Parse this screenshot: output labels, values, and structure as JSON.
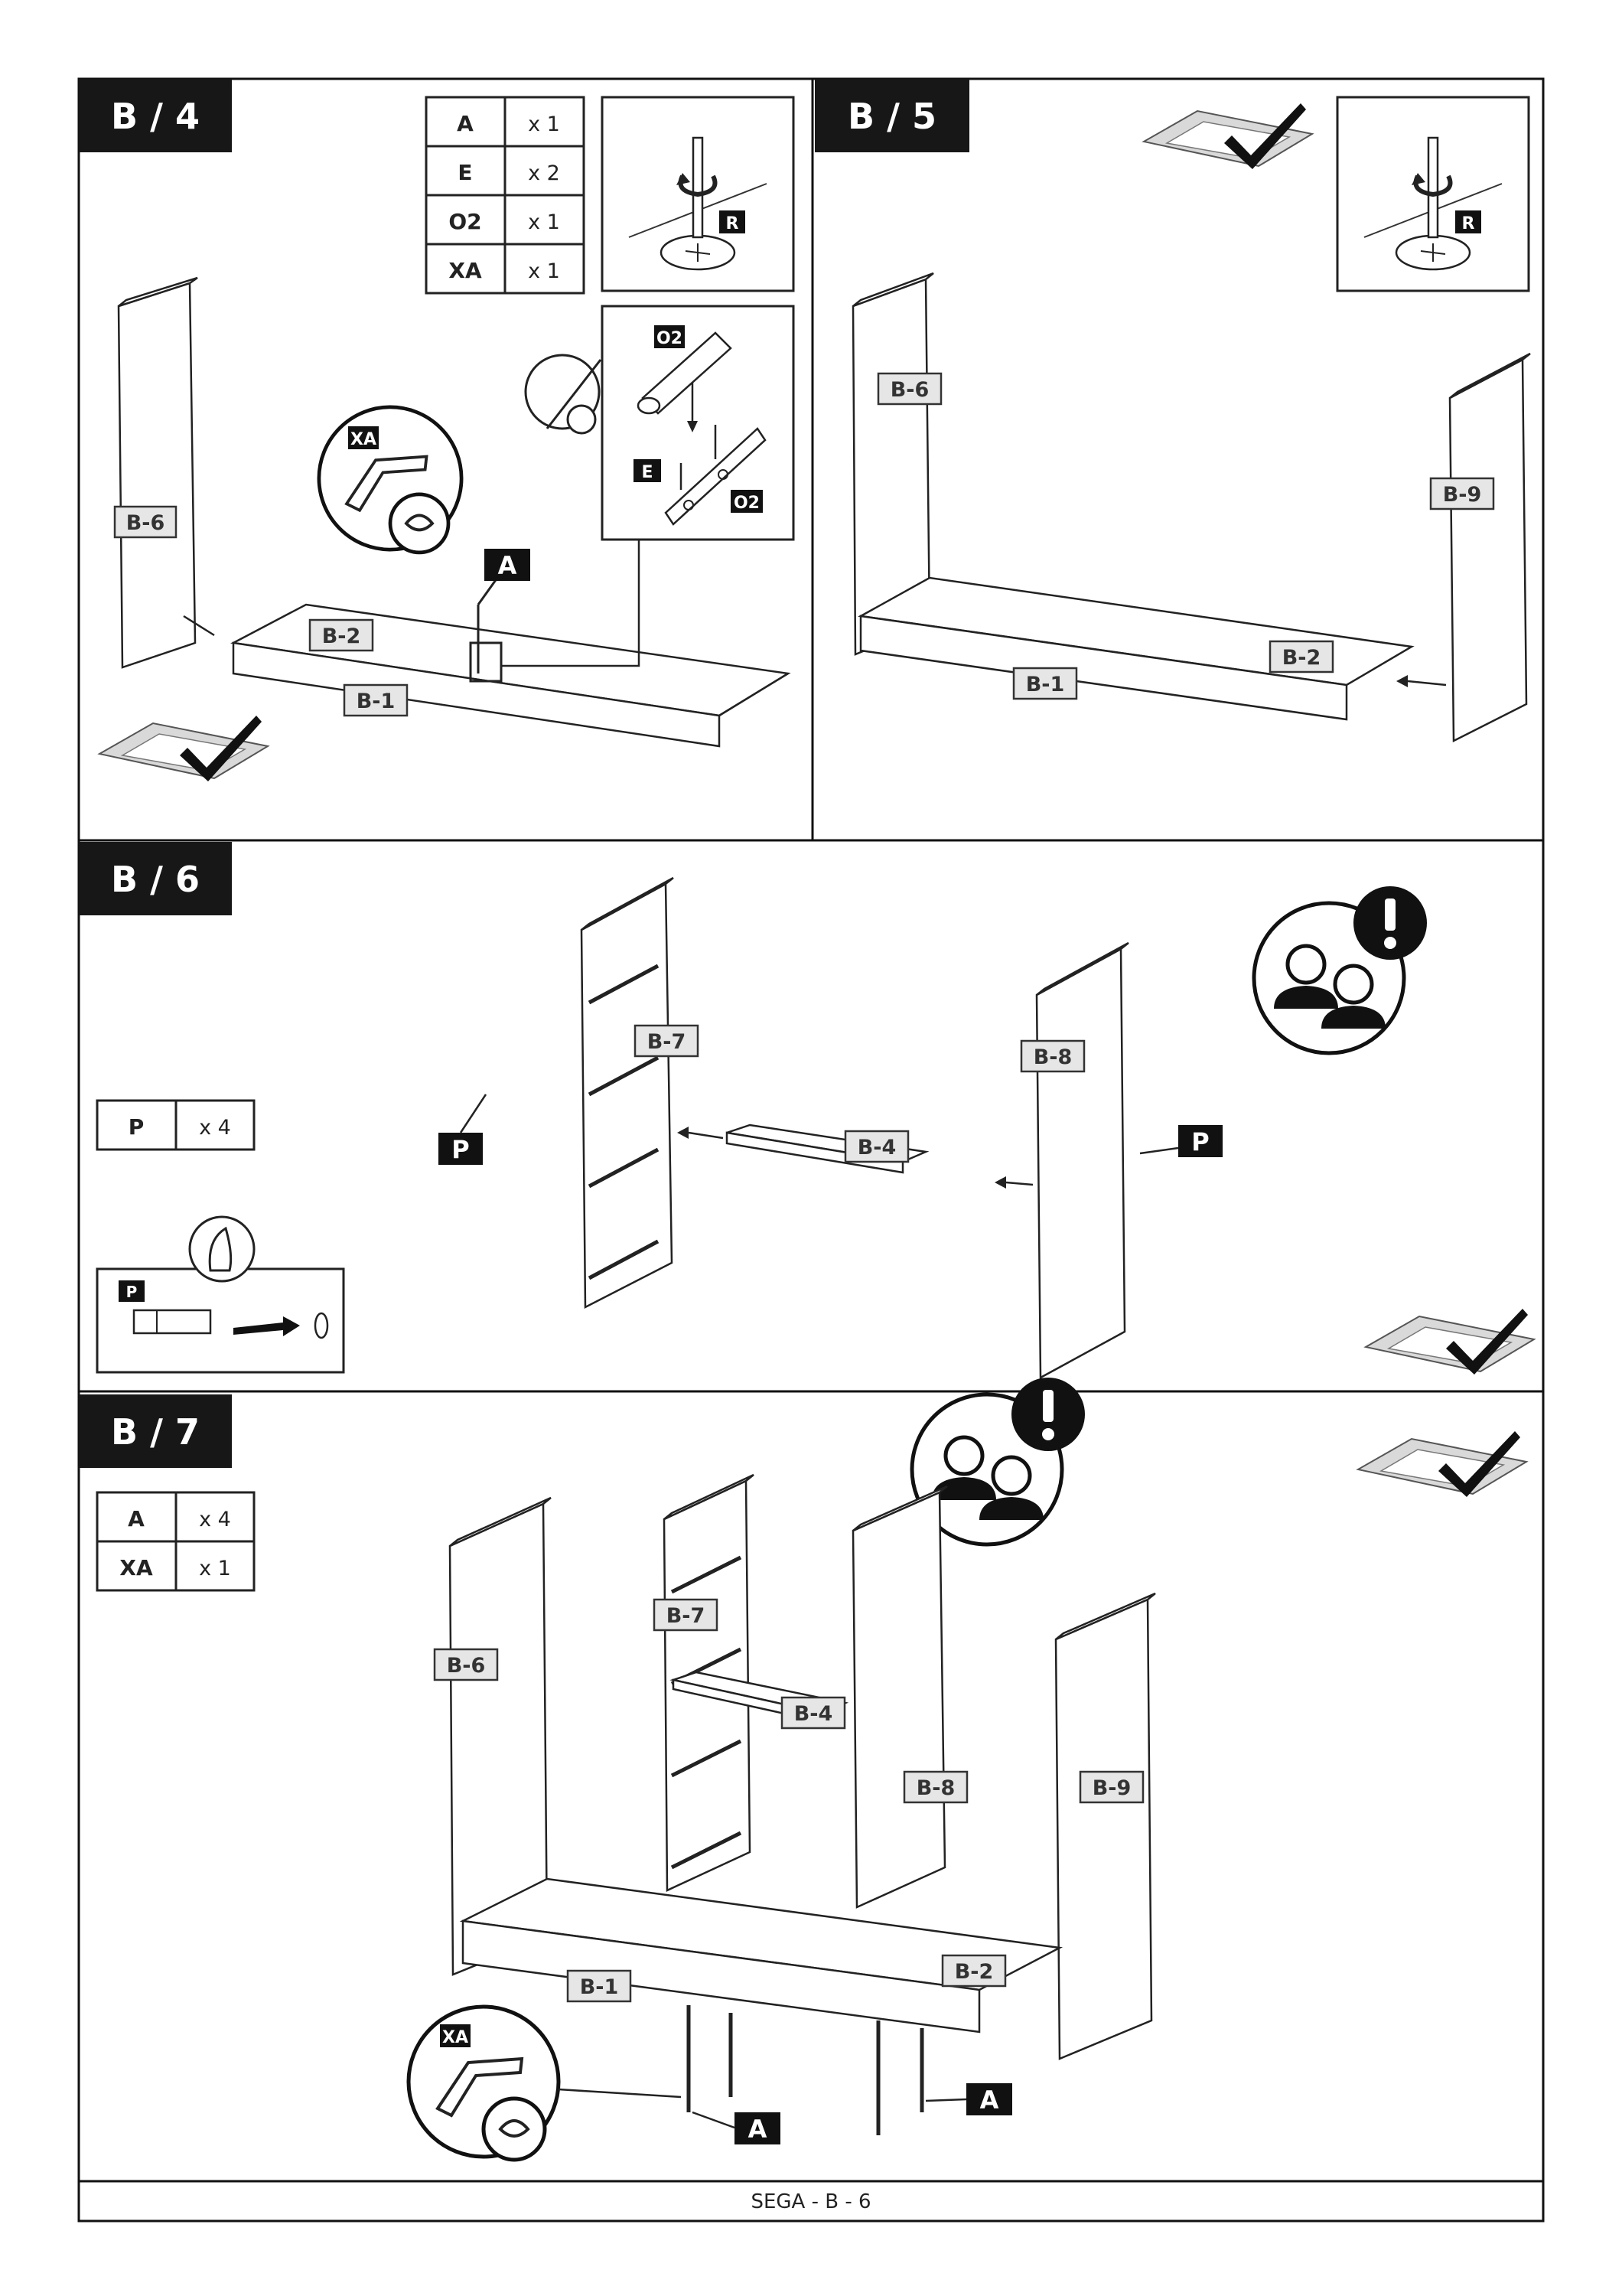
{
  "footer": "SEGA - B - 6",
  "steps": {
    "b4": {
      "title": "B / 4",
      "parts": [
        {
          "code": "A",
          "qty": "x 1"
        },
        {
          "code": "E",
          "qty": "x 2"
        },
        {
          "code": "O2",
          "qty": "x 1"
        },
        {
          "code": "XA",
          "qty": "x 1"
        }
      ],
      "labels": {
        "b6": "B-6",
        "b2": "B-2",
        "b1": "B-1",
        "screw_a": "A",
        "tool_xa": "XA",
        "o2_top": "O2",
        "o2_bottom": "O2",
        "e": "E",
        "r": "R"
      }
    },
    "b5": {
      "title": "B / 5",
      "labels": {
        "b6": "B-6",
        "b9": "B-9",
        "b2": "B-2",
        "b1": "B-1",
        "r": "R"
      }
    },
    "b6": {
      "title": "B / 6",
      "parts": [
        {
          "code": "P",
          "qty": "x 4"
        }
      ],
      "labels": {
        "b7": "B-7",
        "b8": "B-8",
        "b4": "B-4",
        "p_left": "P",
        "p_right": "P",
        "p_detail": "P"
      }
    },
    "b7": {
      "title": "B / 7",
      "parts": [
        {
          "code": "A",
          "qty": "x 4"
        },
        {
          "code": "XA",
          "qty": "x 1"
        }
      ],
      "labels": {
        "b6": "B-6",
        "b7": "B-7",
        "b4": "B-4",
        "b8": "B-8",
        "b9": "B-9",
        "b2": "B-2",
        "b1": "B-1",
        "a_left": "A",
        "a_right": "A",
        "tool_xa": "XA"
      }
    }
  },
  "icons": [
    "screwdriver-rotate-icon",
    "mat-check-icon",
    "two-persons-warning-icon",
    "allen-key-icon",
    "hammer-icon"
  ]
}
